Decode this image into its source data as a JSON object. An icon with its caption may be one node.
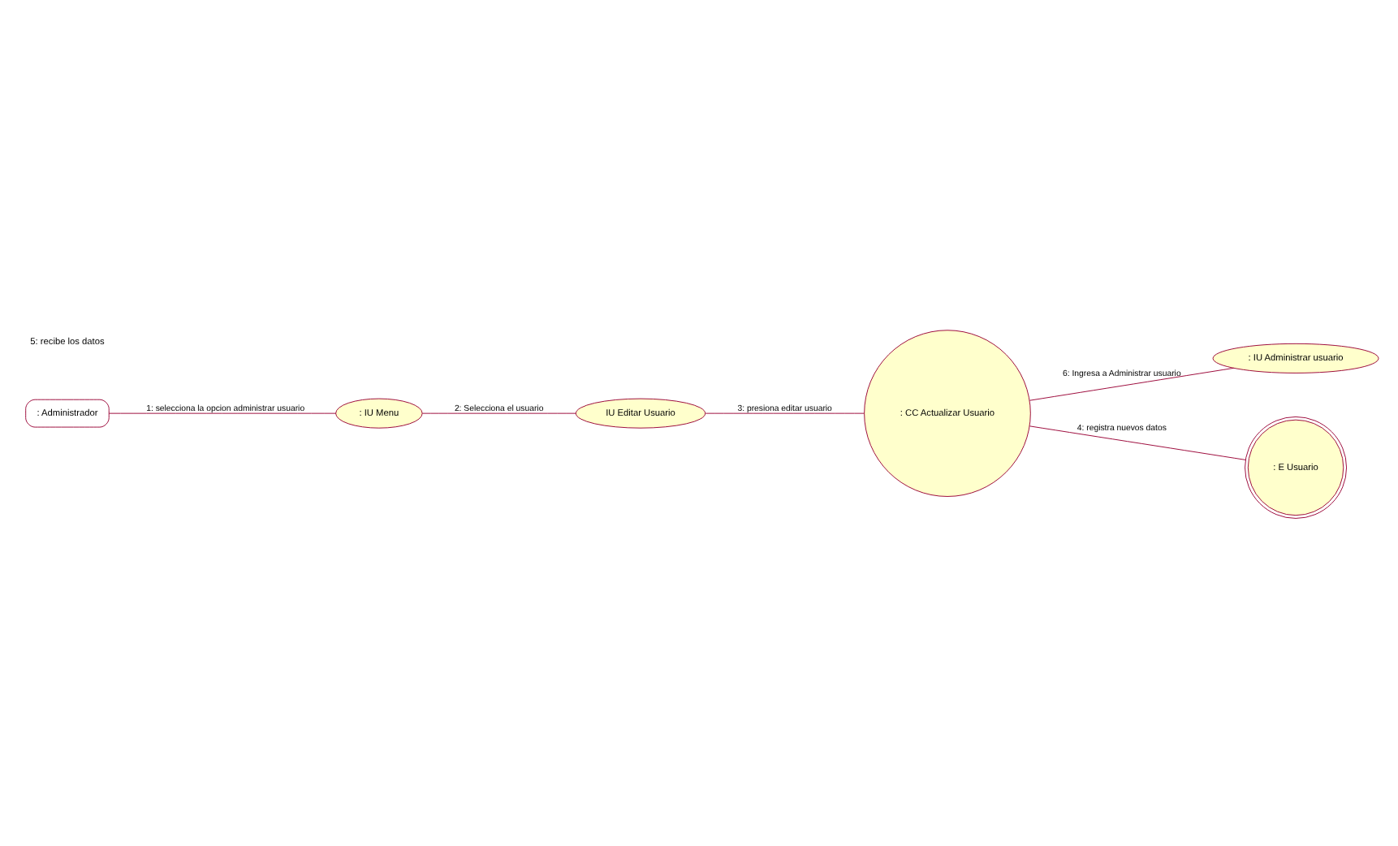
{
  "diagram": {
    "nodes": [
      {
        "text": [
          ": Administrador"
        ]
      },
      {
        "text": [
          ": IU Menu"
        ]
      },
      {
        "text": [
          ": IU Administrar usuario"
        ]
      },
      {
        "text": [
          "IU Editar Usuario"
        ]
      },
      {
        "text": [
          ": CC Actualizar Usuario"
        ]
      },
      {
        "text": [
          ": E Usuario"
        ]
      }
    ],
    "edges": [
      {
        "from": 0,
        "to": 1,
        "arrow": "none",
        "label": "1: selecciona la opcion administrar usuario"
      },
      {
        "from": 1,
        "to": 3,
        "arrow": "none",
        "label": "2: Selecciona el usuario"
      },
      {
        "from": 3,
        "to": 4,
        "arrow": "none",
        "label": "3: presiona editar usuario"
      },
      {
        "from": 4,
        "to": 5,
        "arrow": "none",
        "label": "4: registra nuevos datos"
      },
      {
        "from": 4,
        "to": 2,
        "arrow": "none",
        "label": "6: Ingresa a Administrar usuario"
      }
    ],
    "labels": [
      "5: recibe los datos"
    ]
  }
}
